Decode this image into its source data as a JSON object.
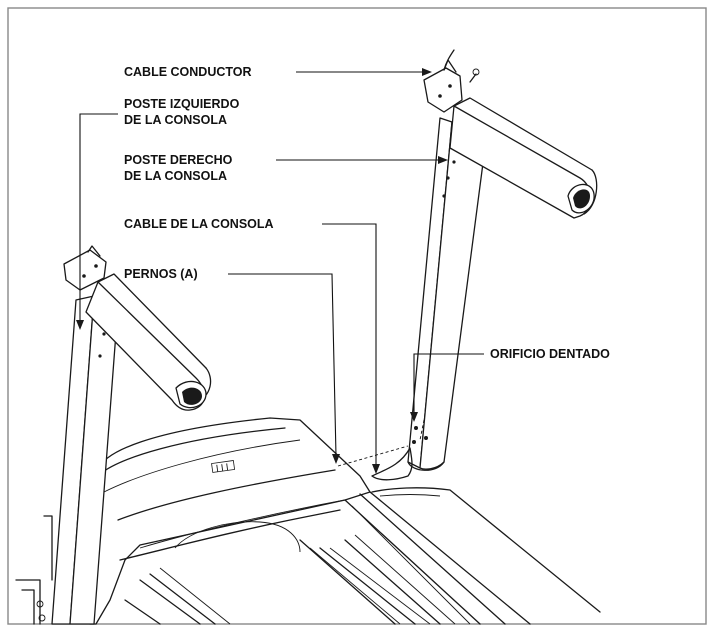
{
  "labels": {
    "cable_conductor": "CABLE CONDUCTOR",
    "poste_izquierdo_1": "POSTE IZQUIERDO",
    "poste_izquierdo_2": "DE LA CONSOLA",
    "poste_derecho_1": "POSTE DERECHO",
    "poste_derecho_2": "DE LA CONSOLA",
    "cable_consola": "CABLE DE LA CONSOLA",
    "pernos": "PERNOS (A)",
    "orificio_dentado": "ORIFICIO DENTADO"
  }
}
